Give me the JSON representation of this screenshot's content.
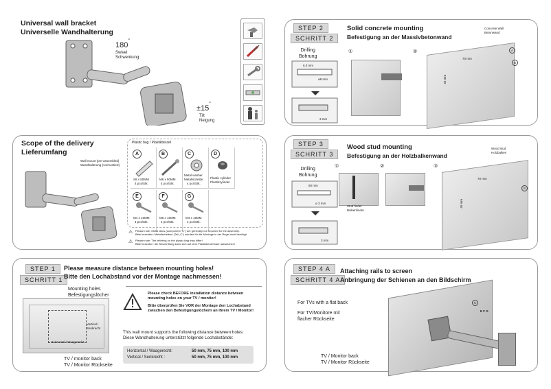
{
  "p1": {
    "title_en": "Universal wall bracket",
    "title_de": "Universelle Wandhalterung",
    "swivel_deg": "180",
    "swivel_en": "Swivel",
    "swivel_de": "Schwenkung",
    "tilt_deg": "±15",
    "tilt_en": "Tilt",
    "tilt_de": "Neigung",
    "deg_sign": "°"
  },
  "p2": {
    "step_en": "STEP 2",
    "step_de": "SCHRITT 2",
    "title_en": "Solid concrete mounting",
    "title_de": "Befestigung an der Massivbetonwand",
    "drill_en": "Drilling",
    "drill_de": "Bohrung",
    "dim_60": "6.0 mm",
    "dim_8": "ø8 mm",
    "dim_3": "3 mm",
    "wall_en": "Concrete Wall",
    "wall_de": "Betonwand",
    "dim_70": "70 mm",
    "dim_45": "45 mm",
    "num1": "①",
    "num2": "②",
    "ref_a": "A",
    "ref_b": "B"
  },
  "p3": {
    "title_en": "Scope of the delivery",
    "title_de": "Lieferumfang",
    "wallmount": "Wall mount (pre-assembled)",
    "wallmount_de": "Wandhalterung (vormontiert)",
    "bag": "Plastic bag  /  Plastikbeutel",
    "parts": [
      {
        "letter": "A",
        "l1": "S8 x 50MM",
        "l2": "4 pcs/Stk."
      },
      {
        "letter": "B",
        "l1": "M6 x 50MM",
        "l2": "4 pcs/Stk."
      },
      {
        "letter": "C",
        "l1": "Metal washer",
        "l2": "Metallscheibe",
        "l3": "4 pcs/Stk."
      },
      {
        "letter": "D",
        "l1": "Plastic cylinder",
        "l2": "Plastikzylinder"
      },
      {
        "letter": "E",
        "l1": "M4 x 15MM",
        "l2": "4 pcs/Stk."
      },
      {
        "letter": "F",
        "l1": "M5 x 15MM",
        "l2": "4 pcs/Stk."
      },
      {
        "letter": "G",
        "l1": "M4 x 15MM",
        "l2": "4 pcs/Stk."
      }
    ],
    "note1_en": "Please note: Metal discs (component \"C\") are generally not required for the assembly.",
    "note1_de": "Bitte beachten: Metallscheiben (Teil „C\") werden für die Montage in der Regel nicht benötigt.",
    "note2_en": "Please note: The lettering on the plastic bag may differ!",
    "note2_de": "Bitte beachten: die Beschriftung kann sich auf dem Plastikbeutel kann abweichen!"
  },
  "p4": {
    "step_en": "STEP 3",
    "step_de": "SCHRITT 3",
    "title_en": "Wood stud mounting",
    "title_de": "Befestigung an der Holzbalkenwand",
    "drill_en": "Drilling",
    "drill_de": "Bohrung",
    "dim_50": "50 mm",
    "dim_3": "ø 3 mm",
    "dim_3b": "3 mm",
    "finder_en": "Stud finder",
    "finder_de": "Balkenfinder",
    "wall_en": "Wood stud",
    "wall_de": "Holzbalken",
    "dim_70": "70 mm",
    "dim_45": "45 mm",
    "num1": "①",
    "num2": "②",
    "num3": "③",
    "ref_b": "B"
  },
  "p5": {
    "step_en": "STEP 1",
    "step_de": "SCHRITT 1",
    "title_en": "Please measure distance between mounting holes!",
    "title_de": "Bitte den Lochabstand vor der Montage nachmessen!",
    "holes_en": "Mounting holes",
    "holes_de": "Befestigungslöcher",
    "vert": "Vertical /",
    "vert2": "Senkrecht",
    "horiz": "Horizontal / Waagerecht",
    "back_en": "TV / monitor back",
    "back_de": "TV / Monitor Rückseite",
    "warn_en": "Please check BEFORE installation distance between mounting holes on your TV / monitor!",
    "warn_de": "Bitte überprüfen Sie VOR der Montage den Lochabstand zwischen den Befestigungslöchern an Ihrem TV / Monitor!",
    "supports_en": "This wall mount supports the following distance between holes:",
    "supports_de": "Diese Wandhalterung unterstützt folgende Lochabstände:",
    "h_label": "Horizontal / Waagerecht:",
    "h_value": "50 mm, 75 mm, 100 mm",
    "v_label": "Vertical / Senkrecht :",
    "v_value": "50 mm, 75 mm, 100 mm"
  },
  "p6": {
    "step_en": "STEP 4 A",
    "step_de": "SCHRITT 4 A",
    "title_en": "Attaching rails to screen",
    "title_de": "Anbringung der Schienen an den Bildschirm",
    "flat": "For TVs with a flat back",
    "flat_de1": "Für TV/Monitore mit",
    "flat_de2": "flacher Rückseite",
    "back_en": "TV / Monitor back",
    "back_de": "TV / Monitor Rückseite",
    "ref_c": "C",
    "ref_efg": "E F G"
  }
}
